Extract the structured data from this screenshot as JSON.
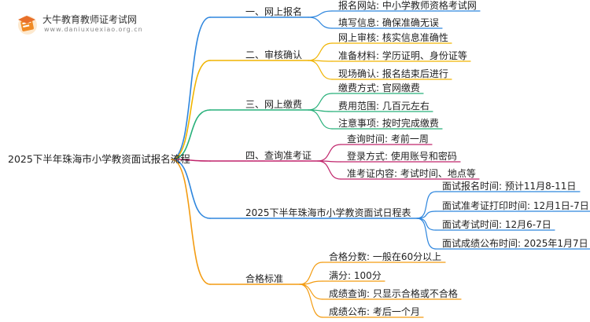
{
  "brand": {
    "name": "大牛教育教师证考试网",
    "url": "www.daniuxuexiao.org.cn"
  },
  "root": "2025下半年珠海市小学教资面试报名流程",
  "colors": {
    "blue": "#2e86de",
    "red": "#e84c3d",
    "yellow": "#f0b400",
    "green": "#27b07a",
    "magenta": "#c0246b",
    "orange": "#f39c12"
  },
  "branches": [
    {
      "key": "b1",
      "label": "一、网上报名",
      "color": "blue",
      "items": [
        "报名网站: 中小学教师资格考试网",
        "填写信息: 确保准确无误"
      ]
    },
    {
      "key": "b2",
      "label": "二、审核确认",
      "color": "yellow",
      "items": [
        "网上审核: 核实信息准确性",
        "准备材料: 学历证明、身份证等",
        "现场确认: 报名结束后进行"
      ]
    },
    {
      "key": "b3",
      "label": "三、网上缴费",
      "color": "green",
      "items": [
        "缴费方式: 官网缴费",
        "费用范围: 几百元左右",
        "注意事项: 按时完成缴费"
      ]
    },
    {
      "key": "b4",
      "label": "四、查询准考证",
      "color": "magenta",
      "items": [
        "查询时间: 考前一周",
        "登录方式: 使用账号和密码",
        "准考证内容: 考试时间、地点等"
      ]
    },
    {
      "key": "b5",
      "label": "2025下半年珠海市小学教资面试日程表",
      "color": "blue",
      "items": [
        "面试报名时间: 预计11月8-11日",
        "面试准考证打印时间: 12月1日-7日",
        "面试考试时间: 12月6-7日",
        "面试成绩公布时间: 2025年1月7日"
      ]
    },
    {
      "key": "b6",
      "label": "合格标准",
      "color": "orange",
      "items": [
        "合格分数: 一般在60分以上",
        "满分: 100分",
        "成绩查询: 只显示合格或不合格",
        "成绩公布: 考后一个月"
      ]
    }
  ]
}
